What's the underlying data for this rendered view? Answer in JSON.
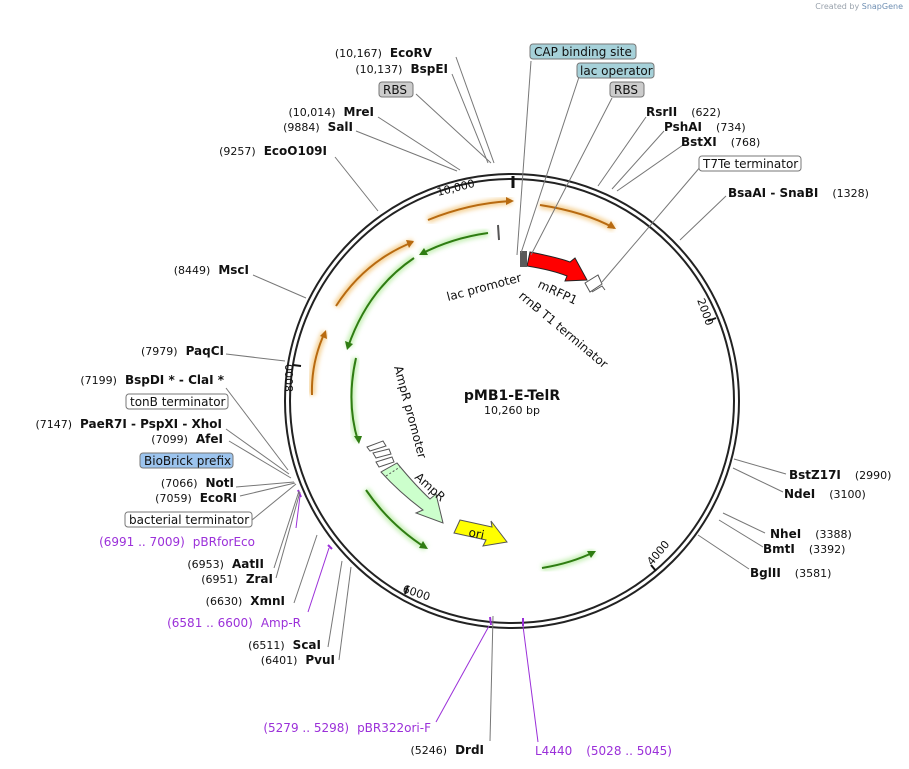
{
  "credit": {
    "prefix": "Created by",
    "brand": "SnapGene"
  },
  "plasmid": {
    "name": "pMB1-E-TelR",
    "length": "10,260 bp"
  },
  "ticks": [
    "10,000",
    "2000",
    "4000",
    "6000",
    "8000"
  ],
  "enzymes": [
    {
      "pos": "(10,167)",
      "name": "EcoRV"
    },
    {
      "pos": "(10,137)",
      "name": "BspEI"
    },
    {
      "pos": "(10,014)",
      "name": "MreI"
    },
    {
      "pos": "(9884)",
      "name": "SalI"
    },
    {
      "pos": "(9257)",
      "name": "EcoO109I"
    },
    {
      "pos": "(8449)",
      "name": "MscI"
    },
    {
      "pos": "(7979)",
      "name": "PaqCI"
    },
    {
      "pos": "(7199)",
      "name": "BspDI * - ClaI *"
    },
    {
      "pos": "(7147)",
      "name": "PaeR7I - PspXI - XhoI"
    },
    {
      "pos": "(7099)",
      "name": "AfeI"
    },
    {
      "pos": "(7066)",
      "name": "NotI"
    },
    {
      "pos": "(7059)",
      "name": "EcoRI"
    },
    {
      "pos": "(6953)",
      "name": "AatII"
    },
    {
      "pos": "(6951)",
      "name": "ZraI"
    },
    {
      "pos": "(6630)",
      "name": "XmnI"
    },
    {
      "pos": "(6511)",
      "name": "ScaI"
    },
    {
      "pos": "(6401)",
      "name": "PvuI"
    },
    {
      "pos": "(5246)",
      "name": "DrdI"
    },
    {
      "pos": "(622)",
      "name": "RsrII"
    },
    {
      "pos": "(734)",
      "name": "PshAI"
    },
    {
      "pos": "(768)",
      "name": "BstXI"
    },
    {
      "pos": "(1328)",
      "name": "BsaAI - SnaBI"
    },
    {
      "pos": "(2990)",
      "name": "BstZ17I"
    },
    {
      "pos": "(3100)",
      "name": "NdeI"
    },
    {
      "pos": "(3388)",
      "name": "NheI"
    },
    {
      "pos": "(3392)",
      "name": "BmtI"
    },
    {
      "pos": "(3581)",
      "name": "BglII"
    }
  ],
  "primers": [
    {
      "range": "(6991 .. 7009)",
      "name": "pBRforEco"
    },
    {
      "range": "(6581 .. 6600)",
      "name": "Amp-R"
    },
    {
      "range": "(5279 .. 5298)",
      "name": "pBR322ori-F"
    },
    {
      "range": "(5028 .. 5045)",
      "name": "L4440"
    }
  ],
  "feature_boxes": [
    {
      "label": "CAP binding site"
    },
    {
      "label": "lac operator"
    },
    {
      "label": "RBS"
    },
    {
      "label": "RBS"
    },
    {
      "label": "T7Te terminator"
    },
    {
      "label": "tonB terminator"
    },
    {
      "label": "BioBrick prefix"
    },
    {
      "label": "bacterial terminator"
    }
  ],
  "features": [
    {
      "label": "lac promoter"
    },
    {
      "label": "mRFP1"
    },
    {
      "label": "rrnB T1 terminator"
    },
    {
      "label": "AmpR promoter"
    },
    {
      "label": "AmpR"
    },
    {
      "label": "ori"
    }
  ],
  "colors": {
    "mrfp1": "#ff0000",
    "ampr": "#ccffcc",
    "ori": "#ffff00",
    "orange_arrow": "#e8a33a",
    "green_arrow": "#4caf1a",
    "primer": "#9b30d9",
    "box_teal": "#a6d1d9",
    "box_gray": "#cccccc",
    "box_blue": "#9cc4ee"
  }
}
